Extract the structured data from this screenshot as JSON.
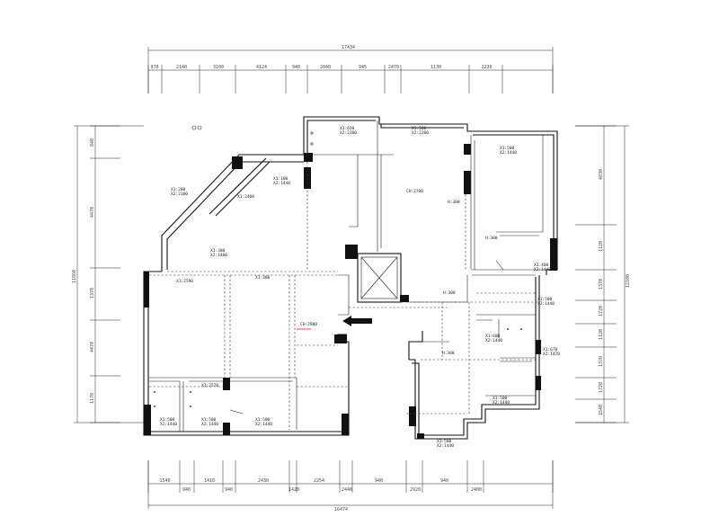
{
  "plan": {
    "top_overall": "17434",
    "top_segments": [
      "970",
      "2140",
      "3100",
      "4124",
      "940",
      "2040",
      "945",
      "2470",
      "1130",
      "2230"
    ],
    "bottom_overall": "16474",
    "bottom_segments": [
      "1540",
      "940",
      "1410",
      "940",
      "2430",
      "1420",
      "2254",
      "2440",
      "940",
      "2920",
      "940",
      "2400"
    ],
    "left_overall": "11860",
    "left_segments": [
      "840",
      "4470",
      "1370",
      "4470",
      "1170"
    ],
    "right_overall": "12100",
    "right_segments": [
      "4830",
      "1120",
      "1370",
      "1720",
      "1120",
      "1370",
      "1720",
      "1540"
    ],
    "room_labels": [
      "X1:650 X2:2200",
      "X1:100 X2:2200",
      "X1:500 X2:1440",
      "X1:200 X2:2100",
      "X1:100 X2:1440",
      "X1:2400",
      "X1:300 X2:1400",
      "CH:2700",
      "H:300",
      "H:300",
      "X1:2590",
      "X1:300",
      "X1:400 X2:1440",
      "X1:500 X2:1440",
      "H:300",
      "X1:600 X2:1440",
      "CH:2900",
      "X1:2570",
      "X1:670 X2:1470",
      "H:300",
      "X1:500 X2:1440",
      "X1:500 X2:1440",
      "X1:500 X2:1440",
      "X1:500 X2:1440",
      "X1:500 X2:1440"
    ]
  }
}
